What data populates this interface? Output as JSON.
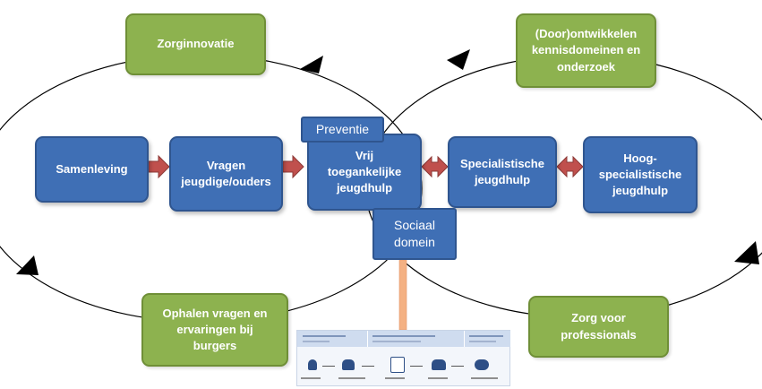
{
  "colors": {
    "green_fill": "#8db24f",
    "green_border": "#6f8f37",
    "blue_fill": "#3f6fb5",
    "blue_border": "#2f558f",
    "arrow_fill": "#c0504d",
    "connector": "#f4b183"
  },
  "cycle_boxes": {
    "top_left": "Zorginnovatie",
    "top_right": "(Door)ontwikkelen\nkennisdomeinen en\nonderzoek",
    "bottom_left": "Ophalen vragen en\nervaringen bij\nburgers",
    "bottom_right": "Zorg voor\nprofessionals"
  },
  "flow": {
    "samenleving": "Samenleving",
    "vragen": "Vragen\njeugdige/ouders",
    "vrij_toegankelijk": "Vrij\ntoegankelijke\njeugdhulp",
    "specialistisch": "Specialistische\njeugdhulp",
    "hoogspecialistisch": "Hoog-\nspecialistische\njeugdhulp"
  },
  "labels": {
    "preventie": "Preventie",
    "sociaal_domein": "Sociaal\ndomein"
  },
  "thumbnail": {
    "icon_name": "care-pathway-infographic"
  }
}
